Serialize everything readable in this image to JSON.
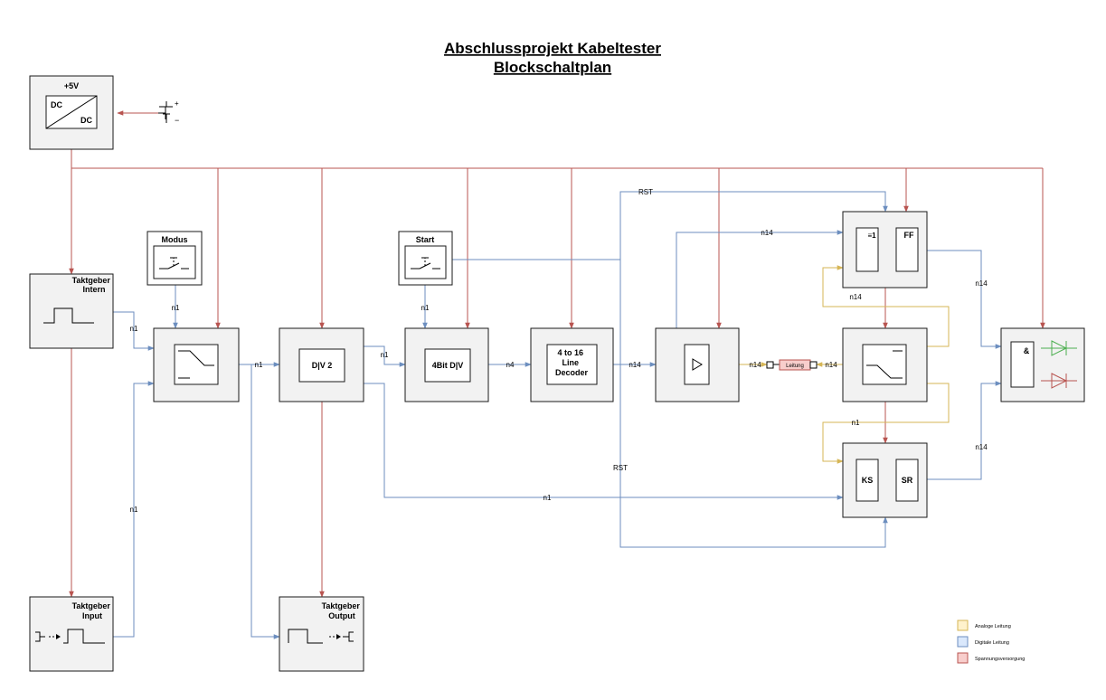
{
  "title": {
    "line1": "Abschlussprojekt Kabeltester ",
    "line2": "Blockschaltplan"
  },
  "blocks": {
    "power": "+5V",
    "power_dc1": "DC",
    "power_dc2": "DC",
    "taktgeber_intern": "Taktgeber\nIntern",
    "taktgeber_input": "Taktgeber\nInput",
    "taktgeber_output": "Taktgeber\nOutput",
    "modus": "Modus",
    "start": "Start",
    "div2": "D|V 2",
    "bit_div": "4Bit D|V",
    "decoder": "4 to 16\nLine\nDecoder",
    "or_gate": "≡1",
    "flipflop": "FF",
    "ks": "KS",
    "sr": "SR",
    "and_gate": "&",
    "leitung": "Leitung"
  },
  "wires": {
    "n1": "n1",
    "n4": "n4",
    "n14": "n14",
    "rst": "RST"
  },
  "legend": [
    {
      "label": "Analoge Leitung",
      "color": "#fff2cc",
      "border": "#d6b656"
    },
    {
      "label": "Digitale Leitung",
      "color": "#dae8fc",
      "border": "#6c8ebf"
    },
    {
      "label": "Spannungsversorgung",
      "color": "#f8cecc",
      "border": "#b85450"
    }
  ],
  "colors": {
    "power": "#b85450",
    "digital": "#6c8ebf",
    "analog": "#d6b656",
    "led_green": "#4caf50",
    "led_red": "#b85450"
  },
  "icons": {
    "battery": "battery-icon",
    "switch": "push-button-switch-icon",
    "filter": "step-filter-icon",
    "buffer": "buffer-triangle-icon",
    "led": "led-diode-icon",
    "pulse": "square-pulse-icon",
    "connector": "connector-icon"
  }
}
